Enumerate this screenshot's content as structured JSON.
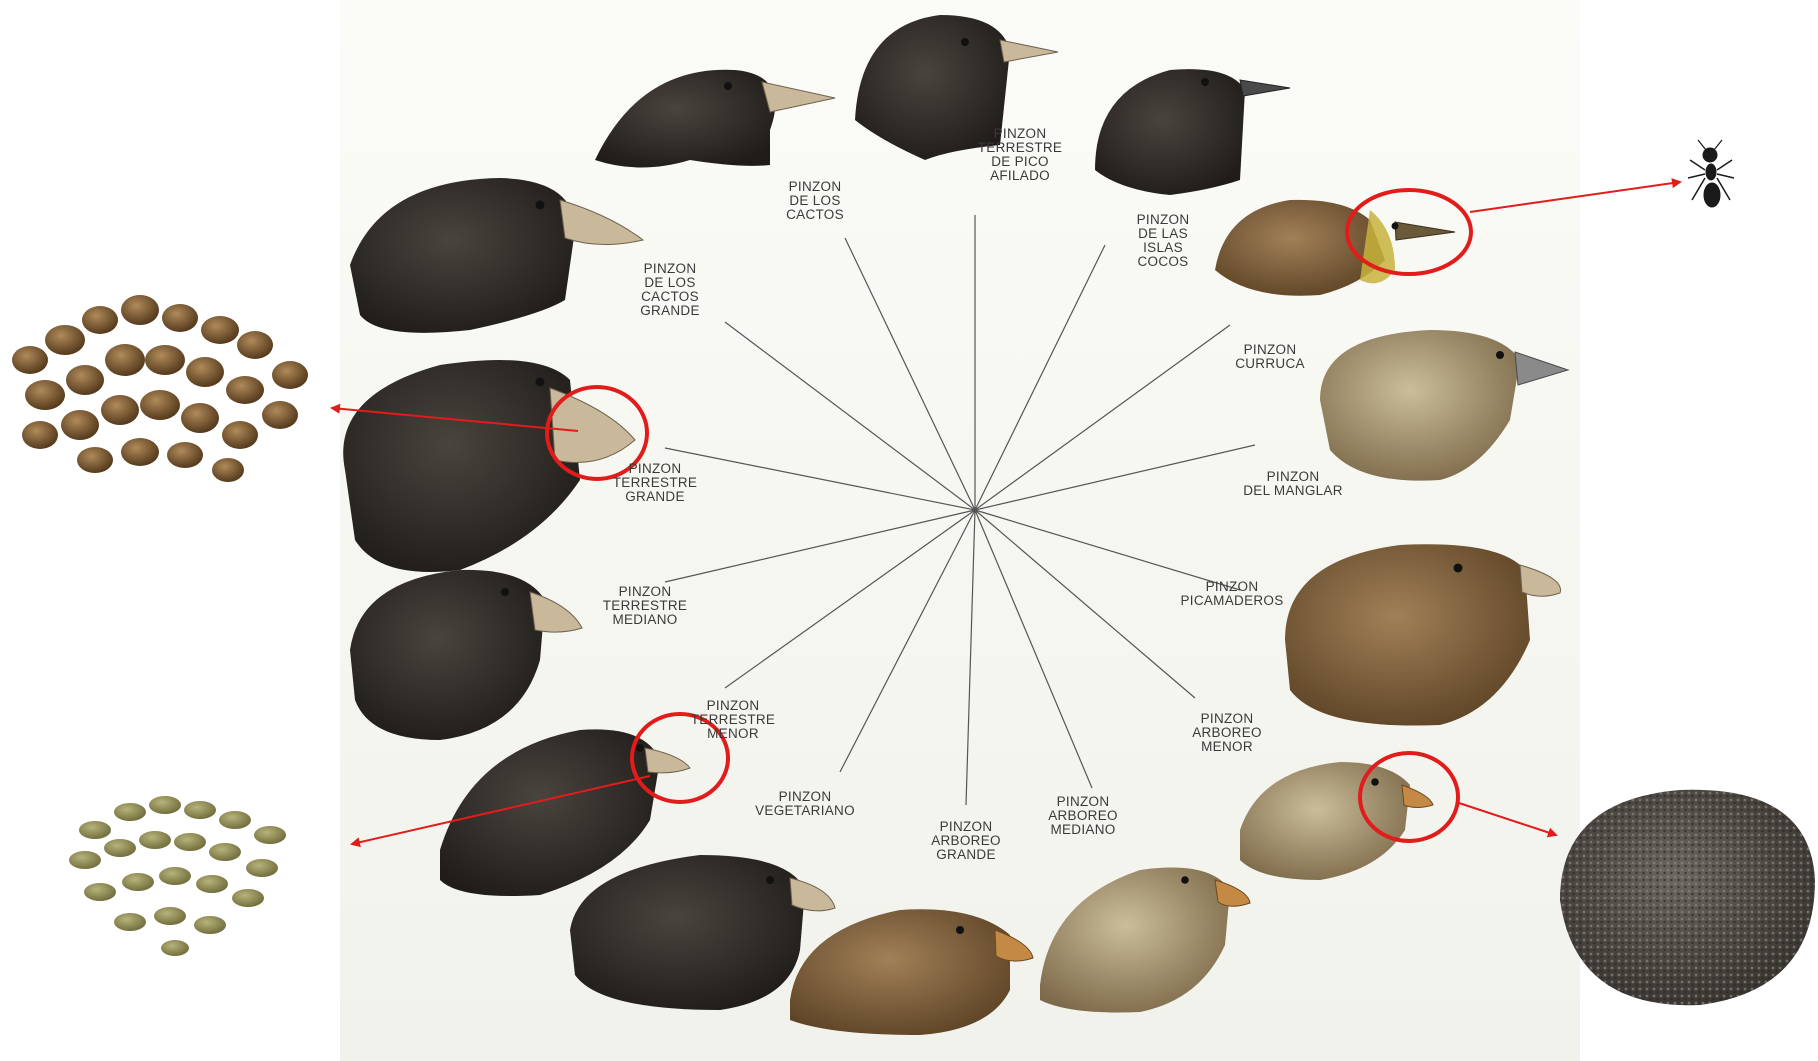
{
  "labels": {
    "cactos": [
      "PINZON",
      "DE LOS",
      "CACTOS"
    ],
    "pico_afilado": [
      "PINZON",
      "TERRESTRE",
      "DE PICO",
      "AFILADO"
    ],
    "islas_cocos": [
      "PINZON",
      "DE LAS",
      "ISLAS",
      "COCOS"
    ],
    "cactos_grande": [
      "PINZON",
      "DE LOS",
      "CACTOS",
      "GRANDE"
    ],
    "curruca": [
      "PINZON",
      "CURRUCA"
    ],
    "terrestre_grande": [
      "PINZON",
      "TERRESTRE",
      "GRANDE"
    ],
    "manglar": [
      "PINZON",
      "DEL MANGLAR"
    ],
    "terrestre_mediano": [
      "PINZON",
      "TERRESTRE",
      "MEDIANO"
    ],
    "picamaderos": [
      "PINZON",
      "PICAMADEROS"
    ],
    "terrestre_menor": [
      "PINZON",
      "TERRESTRE",
      "MENOR"
    ],
    "arboreo_menor": [
      "PINZON",
      "ARBOREO",
      "MENOR"
    ],
    "vegetariano": [
      "PINZON",
      "VEGETARIANO"
    ],
    "arboreo_grande": [
      "PINZON",
      "ARBOREO",
      "GRANDE"
    ],
    "arboreo_mediano": [
      "PINZON",
      "ARBOREO",
      "MEDIANO"
    ]
  },
  "colors": {
    "highlight": "#e21b1b",
    "dark_plumage": "#2c2824",
    "brown_plumage": "#7a5a34",
    "beak": "#c9b89a"
  }
}
